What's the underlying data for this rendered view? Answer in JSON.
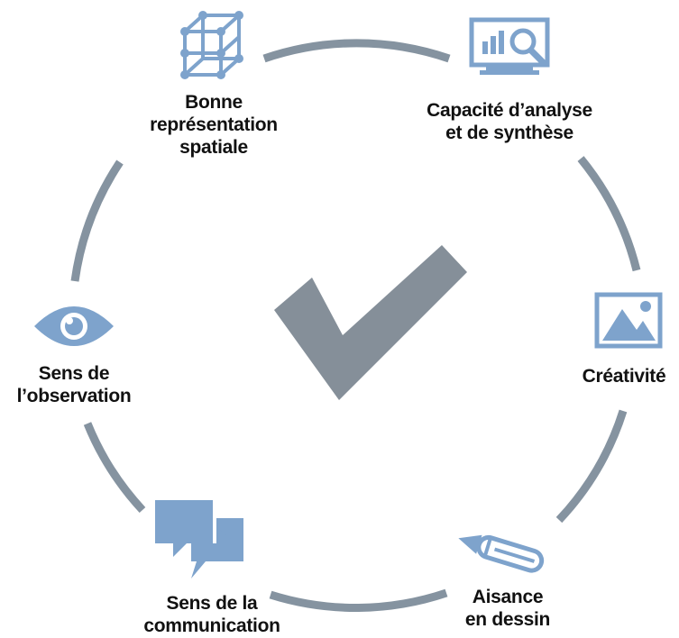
{
  "colors": {
    "ring": "#8593a0",
    "icon": "#7ea3cc",
    "check": "#858f99",
    "text": "#111111"
  },
  "center": {
    "icon": "checkmark-icon"
  },
  "nodes": [
    {
      "id": "spatial",
      "icon": "cube-wireframe-icon",
      "lines": [
        "Bonne",
        "représentation",
        "spatiale"
      ]
    },
    {
      "id": "analysis",
      "icon": "monitor-chart-magnifier-icon",
      "lines": [
        "Capacité d’analyse",
        "et de synthèse"
      ]
    },
    {
      "id": "creativity",
      "icon": "picture-icon",
      "lines": [
        "Créativité"
      ]
    },
    {
      "id": "drawing",
      "icon": "pencil-icon",
      "lines": [
        "Aisance",
        "en dessin"
      ]
    },
    {
      "id": "communication",
      "icon": "speech-bubbles-icon",
      "lines": [
        "Sens de la",
        "communication"
      ]
    },
    {
      "id": "observation",
      "icon": "eye-icon",
      "lines": [
        "Sens de",
        "l’observation"
      ]
    }
  ]
}
